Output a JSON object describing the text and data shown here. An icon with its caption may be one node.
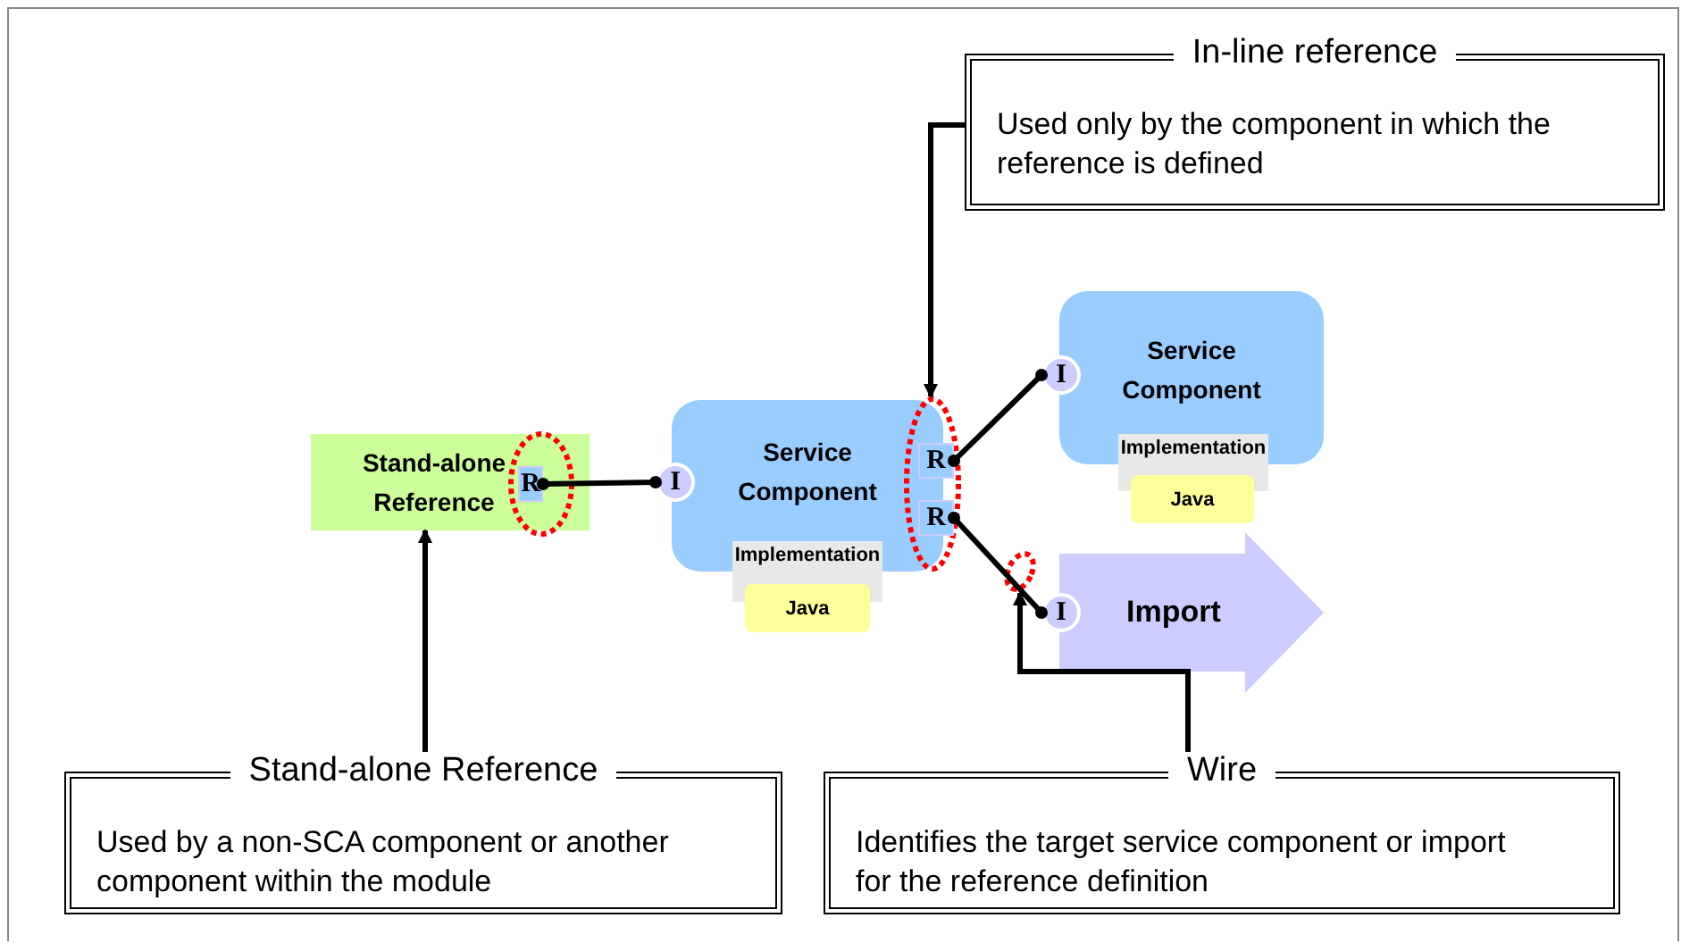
{
  "diagram": {
    "nodes": [
      {
        "text": [
          "Stand-alone Reference"
        ]
      },
      {
        "text": [
          "R"
        ],
        "in": 0
      },
      {
        "text": [
          "Service Component"
        ]
      },
      {
        "text": [
          "I"
        ]
      },
      {
        "text": [
          "Implementation"
        ]
      },
      {
        "text": [
          "Java"
        ]
      },
      {
        "text": [
          "R"
        ],
        "in": 8
      },
      {
        "text": [
          "R"
        ],
        "in": 8
      },
      {
        "text": [],
        "shape": "circle"
      },
      {
        "text": [
          "Service Component"
        ]
      },
      {
        "text": [
          "I"
        ]
      },
      {
        "text": [
          "Implementation"
        ]
      },
      {
        "text": [
          "Java"
        ]
      },
      {
        "text": [
          "Import"
        ]
      },
      {
        "text": [
          "I"
        ]
      },
      {
        "text": [],
        "shape": "circle"
      },
      {
        "text": [
          "In-line reference",
          "Used only by the component in which the reference is defined"
        ]
      },
      {
        "text": [
          "Stand-alone Reference",
          "Used by a non-SCA component or another component within the module"
        ]
      },
      {
        "text": [
          "Wire",
          "Identifies the target service component or import for the reference definition"
        ]
      }
    ],
    "edges": [
      {
        "from": 1,
        "to": 3,
        "arrow": "other"
      },
      {
        "from": 6,
        "to": 10,
        "arrow": "other"
      },
      {
        "from": 7,
        "to": 14,
        "arrow": "other"
      },
      {
        "from": 16,
        "to": 8,
        "arrow": "to"
      },
      {
        "from": 17,
        "to": 0,
        "arrow": "to"
      },
      {
        "from": 18,
        "to": 15,
        "arrow": "to"
      }
    ]
  }
}
